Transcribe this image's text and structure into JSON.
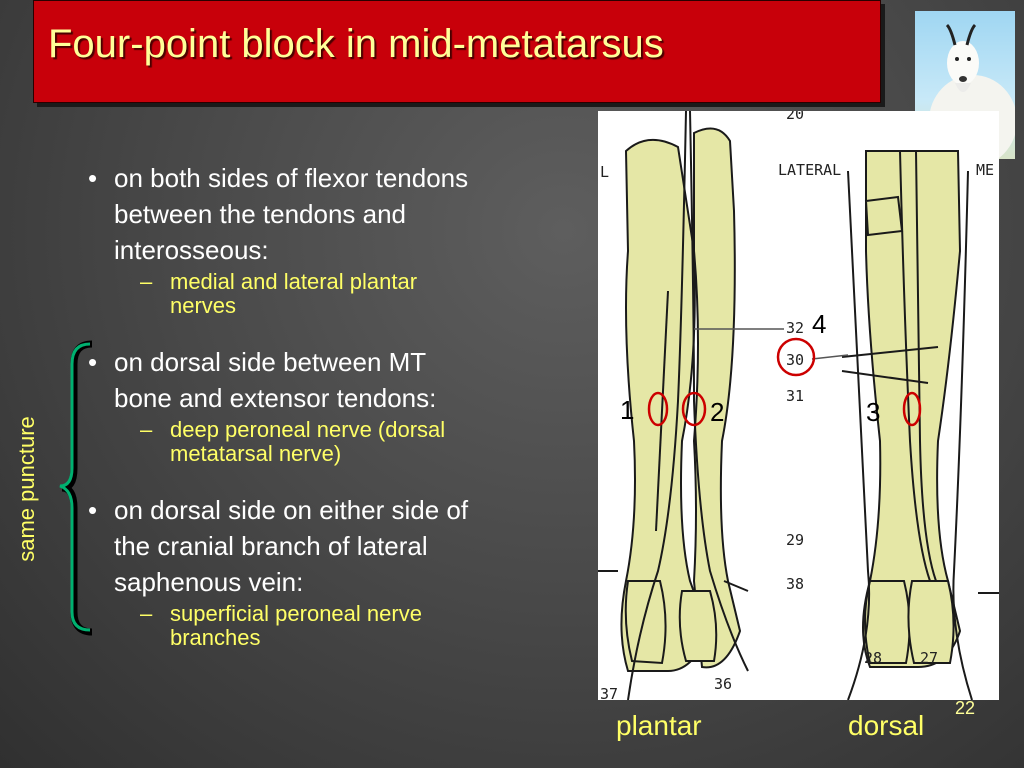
{
  "slide": {
    "title": "Four-point block in mid-metatarsus",
    "number": "22",
    "bullets": [
      {
        "text_lines": [
          "on both sides of flexor tendons",
          "between the tendons and",
          "interosseous:"
        ],
        "sub_lines": [
          "medial and lateral plantar",
          "nerves"
        ]
      },
      {
        "text_lines": [
          "on dorsal side between MT",
          "bone and extensor tendons:"
        ],
        "sub_lines": [
          "deep peroneal nerve (dorsal",
          "metatarsal nerve)"
        ]
      },
      {
        "text_lines": [
          "on dorsal side on either side of",
          "the cranial branch of lateral",
          "saphenous vein:"
        ],
        "sub_lines": [
          "superficial peroneal nerve",
          "branches"
        ]
      }
    ],
    "bullet_glyph": "•",
    "dash_glyph": "–",
    "bracket_label": "same puncture",
    "figure": {
      "labels": {
        "n1": "1",
        "n2": "2",
        "n3": "3",
        "n4": "4"
      },
      "captions": {
        "plantar": "plantar",
        "dorsal": "dorsal"
      },
      "diagram_text": {
        "lateral": "LATERAL",
        "l": "L",
        "me": "ME",
        "t20": "20",
        "t32": "32",
        "t30": "30",
        "t31": "31",
        "t29": "29",
        "t38": "38",
        "t37": "37",
        "t36": "36",
        "t28": "28",
        "t27": "27"
      },
      "colors": {
        "bone": "#e5e7a6",
        "circle": "#cc0000",
        "outline": "#1a1a1a",
        "bracket": "#00b070"
      }
    }
  }
}
